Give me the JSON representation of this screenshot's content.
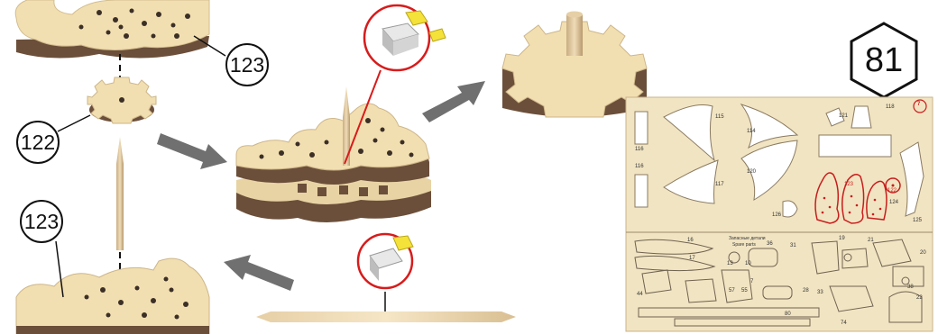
{
  "step_number": "81",
  "callouts": {
    "top_right_part": "123",
    "gear": "122",
    "bottom_left_part": "123"
  },
  "sheet": {
    "badge": "7",
    "upper_labels": [
      "115",
      "121",
      "118",
      "116",
      "114",
      "116",
      "120",
      "117",
      "126",
      "123",
      "122",
      "124",
      "125"
    ],
    "lower_title_1": "Запасные детали",
    "lower_title_2": "Spare parts",
    "lower_labels": [
      "16",
      "17",
      "36",
      "31",
      "10",
      "13",
      "7",
      "19",
      "21",
      "20",
      "44",
      "57",
      "55",
      "28",
      "33",
      "38",
      "22",
      "80",
      "74"
    ]
  },
  "colors": {
    "wood_face": "#f2dfb1",
    "wood_edge": "#6b4f3a",
    "arrow": "#6f6f6f",
    "callout_red": "#d81b1b",
    "cap_yellow": "#f4e23a",
    "sheet_bg": "#f1e4c2"
  }
}
